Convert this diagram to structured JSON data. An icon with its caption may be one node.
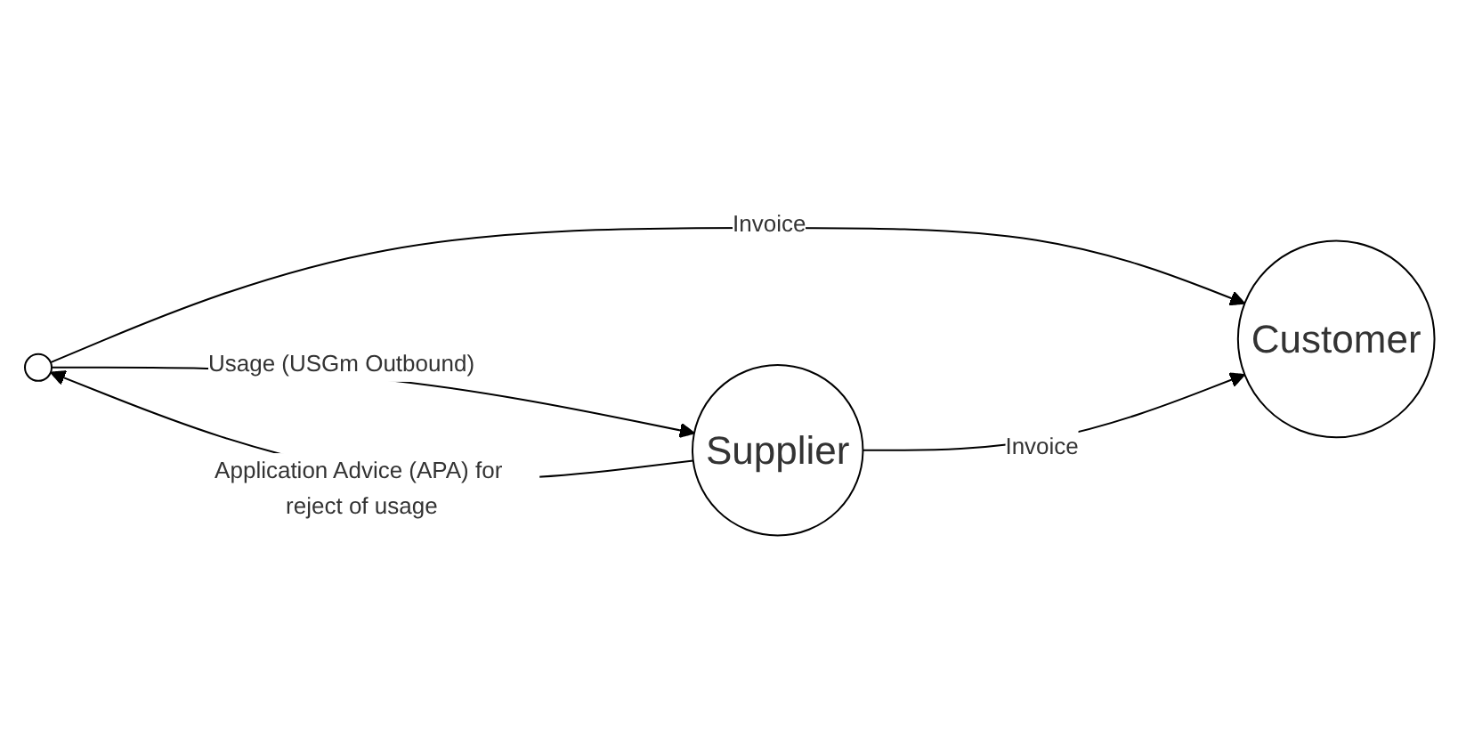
{
  "diagram": {
    "nodes": [
      {
        "text": [],
        "shape": "circle"
      },
      {
        "text": [
          "Supplier"
        ]
      },
      {
        "text": [
          "Customer"
        ]
      }
    ],
    "edges": [
      {
        "from": 0,
        "to": 1,
        "arrow": "to",
        "label": "Usage (USGm Outbound)"
      },
      {
        "from": 1,
        "to": 0,
        "arrow": "to",
        "label": "Application Advice (APA) for reject of usage"
      },
      {
        "from": 0,
        "to": 2,
        "arrow": "to",
        "label": "Invoice"
      },
      {
        "from": 1,
        "to": 2,
        "arrow": "to",
        "label": "Invoice"
      }
    ]
  }
}
